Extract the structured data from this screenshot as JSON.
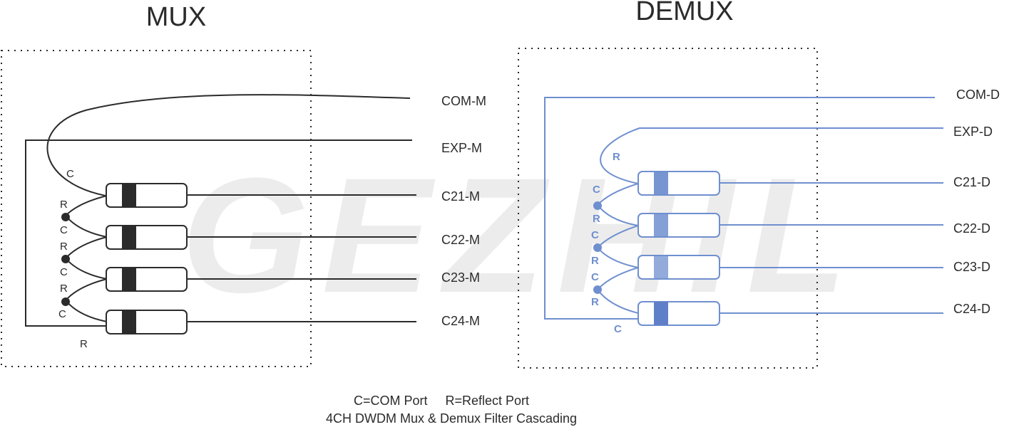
{
  "mux": {
    "title": "MUX",
    "ports": {
      "com": "COM-M",
      "exp": "EXP-M",
      "c21": "C21-M",
      "c22": "C22-M",
      "c23": "C23-M",
      "c24": "C24-M"
    },
    "markers": {
      "c_top": "C",
      "r1": "R",
      "c1": "C",
      "r2": "R",
      "c2": "C",
      "r3": "R",
      "c3": "C",
      "r_bottom": "R"
    }
  },
  "demux": {
    "title": "DEMUX",
    "ports": {
      "com": "COM-D",
      "exp": "EXP-D",
      "c21": "C21-D",
      "c22": "C22-D",
      "c23": "C23-D",
      "c24": "C24-D"
    },
    "markers": {
      "r_top": "R",
      "c1": "C",
      "r1": "R",
      "c2": "C",
      "r2": "R",
      "c3": "C",
      "r3": "R",
      "c_bottom": "C"
    }
  },
  "watermark": "GEZHIL",
  "legend": {
    "line1": "C=COM Port     R=Reflect Port",
    "line2": "4CH DWDM Mux & Demux Filter Cascading"
  },
  "colors": {
    "mux_line": "#2b2b2b",
    "demux_line": "#6f8fcf",
    "demux_filter": "#6f8fcf",
    "watermark": "#e9e9e9"
  }
}
